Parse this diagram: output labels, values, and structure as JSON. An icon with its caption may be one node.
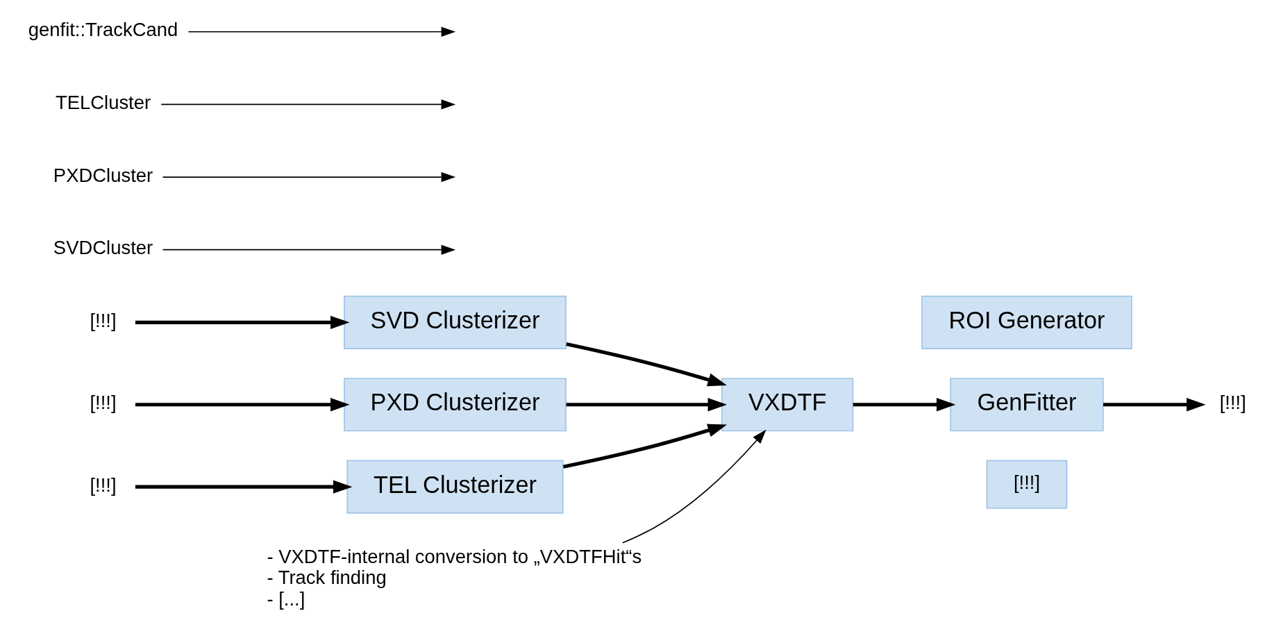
{
  "diagram": {
    "nodes": [
      {
        "text": [
          "[!!!]"
        ]
      },
      {
        "text": [
          "SVD Clusterizer"
        ]
      },
      {
        "text": [
          "[!!!]"
        ]
      },
      {
        "text": [
          "PXD Clusterizer"
        ]
      },
      {
        "text": [
          "[!!!]"
        ]
      },
      {
        "text": [
          "TEL Clusterizer"
        ]
      },
      {
        "text": [
          "VXDTF"
        ]
      },
      {
        "text": [
          "ROI Generator"
        ]
      },
      {
        "text": [
          "GenFitter"
        ]
      },
      {
        "text": [
          "[!!!]"
        ]
      },
      {
        "text": [
          "[!!!]"
        ]
      },
      {
        "text": [
          "SVDCluster"
        ]
      },
      {
        "text": [
          "PXDCluster"
        ]
      },
      {
        "text": [
          "TELCluster"
        ]
      },
      {
        "text": [
          "genfit::TrackCand"
        ]
      },
      {
        "text": [
          "- VXDTF-internal conversion to „VXDTFHit“s",
          "- Track finding",
          "- [...]"
        ]
      }
    ],
    "edges": [
      {
        "from": 0,
        "to": 1,
        "arrow": "to"
      },
      {
        "from": 2,
        "to": 3,
        "arrow": "to"
      },
      {
        "from": 4,
        "to": 5,
        "arrow": "to"
      },
      {
        "from": 1,
        "to": 6,
        "arrow": "to"
      },
      {
        "from": 3,
        "to": 6,
        "arrow": "to"
      },
      {
        "from": 5,
        "to": 6,
        "arrow": "to"
      },
      {
        "from": 6,
        "to": 8,
        "arrow": "to"
      },
      {
        "from": 8,
        "to": 10,
        "arrow": "to"
      },
      {
        "from": 11,
        "to": null,
        "arrow": "to"
      },
      {
        "from": 12,
        "to": null,
        "arrow": "to"
      },
      {
        "from": 13,
        "to": null,
        "arrow": "to"
      },
      {
        "from": 14,
        "to": null,
        "arrow": "to"
      },
      {
        "from": 15,
        "to": 6,
        "arrow": "to"
      }
    ]
  }
}
